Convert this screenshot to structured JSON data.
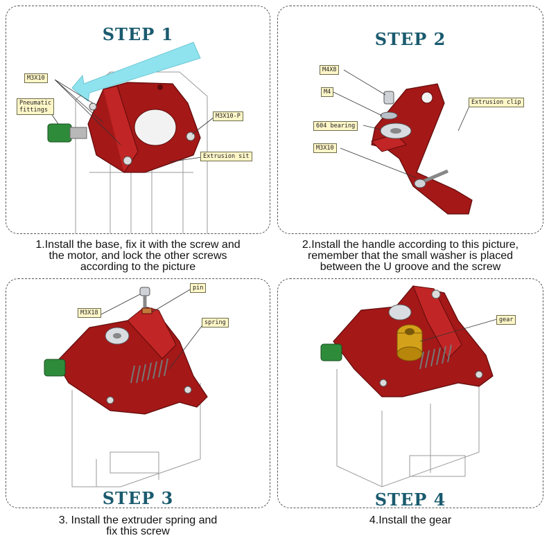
{
  "steps": [
    {
      "title": "STEP 1",
      "caption_lines": [
        "1.Install the base, fix it with the screw and",
        "the motor, and lock the other screws",
        "according to the picture"
      ],
      "labels": [
        "M3X10",
        "Pneumatic\nfittings",
        "M3X10-P",
        "Extrusion sit"
      ]
    },
    {
      "title": "STEP 2",
      "caption_lines": [
        "2.Install the handle according to this picture,",
        "remember that the small washer is placed",
        "between the U groove and the screw"
      ],
      "labels": [
        "M4X8",
        "M4",
        "604 bearing",
        "M3X10",
        "Extrusion clip"
      ]
    },
    {
      "title": "STEP 3",
      "caption_lines": [
        "3. Install the extruder spring and",
        "fix this screw"
      ],
      "labels": [
        "M3X18",
        "pin",
        "spring"
      ]
    },
    {
      "title": "STEP 4",
      "caption_lines": [
        "4.Install the gear"
      ],
      "labels": [
        "gear"
      ]
    }
  ],
  "colors": {
    "title": "#1a5a6e",
    "aluminum_red": "#a41818",
    "fitting_green": "#2e8b3a",
    "arrow": "#8fe3ee",
    "label_bg": "#fff6c8",
    "gear_gold": "#d4a21a"
  }
}
